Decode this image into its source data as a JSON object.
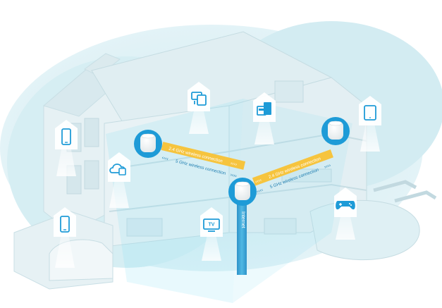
{
  "diagram": {
    "links": [
      {
        "id": "upper-left",
        "label": "2.4 GHz wireless connection"
      },
      {
        "id": "lower-left",
        "label": "5 GHz wireless connection"
      },
      {
        "id": "upper-right",
        "label": "2.4 GHz wireless connection"
      },
      {
        "id": "lower-right",
        "label": "5 GHz wireless connection"
      }
    ],
    "internet_label": "Internet",
    "tv_label": "TV",
    "devices": [
      {
        "id": "monitor",
        "icon": "monitor-icon"
      },
      {
        "id": "printer",
        "icon": "printer-icon"
      },
      {
        "id": "tablet",
        "icon": "tablet-icon"
      },
      {
        "id": "phone-left",
        "icon": "phone-icon"
      },
      {
        "id": "cloud",
        "icon": "cloud-storage-icon"
      },
      {
        "id": "phone-bottom",
        "icon": "phone-icon"
      },
      {
        "id": "tv",
        "icon": "tv-icon"
      },
      {
        "id": "gamepad",
        "icon": "gamepad-icon"
      }
    ],
    "nodes": [
      {
        "id": "left",
        "icon": "mesh-node-icon"
      },
      {
        "id": "center",
        "icon": "mesh-node-icon"
      },
      {
        "id": "right",
        "icon": "mesh-node-icon"
      }
    ],
    "colors": {
      "background_blob": "#d6eef3",
      "house": "#e3eff2",
      "house_edge": "#c7dde3",
      "beam": "#2cc4e8",
      "link_band": "#f6c43e",
      "link_text": "#ffffff",
      "internet_bar": "#3fa9d6",
      "icon_blue": "#1e9bd7"
    }
  }
}
